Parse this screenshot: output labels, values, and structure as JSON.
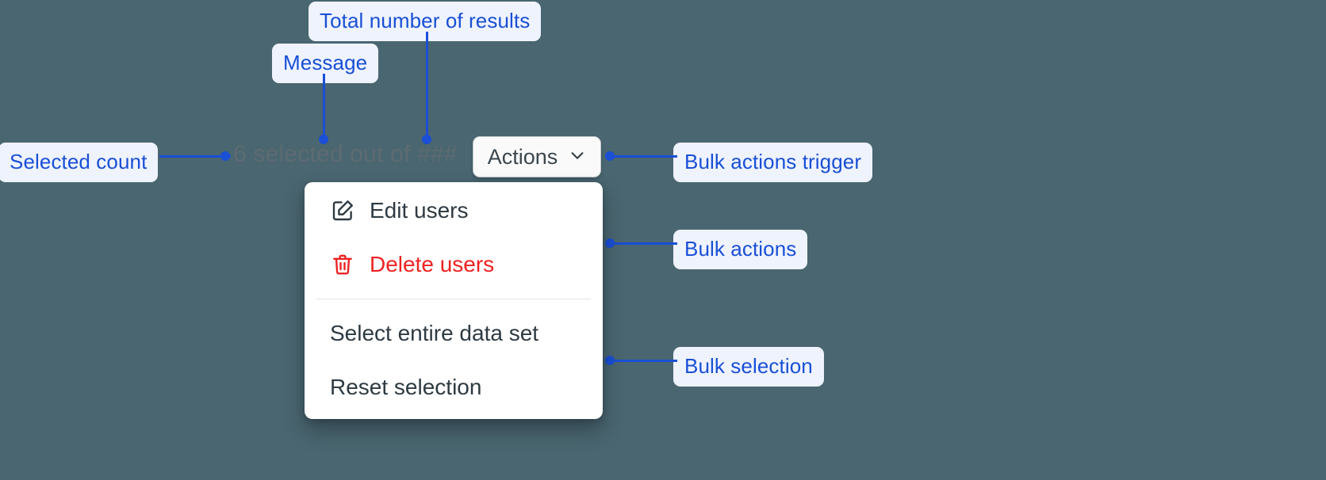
{
  "theme": {
    "background": "#4a6670",
    "annotation_text": "#1a4fd6",
    "annotation_bg": "#eef3fe",
    "leader_line": "#1a4fd6",
    "menu_bg": "#ffffff",
    "menu_text": "#2e3a42",
    "danger_text": "#ee2222",
    "button_bg": "#fafafa",
    "button_border": "#c3c9cc",
    "message_text": "#5d6b72",
    "separator": "#dfe2e4"
  },
  "selection_bar": {
    "message_prefix": "6 selected out of ",
    "selected_count": "6",
    "message_middle": " selected out of ",
    "total_results": "###",
    "full_message": "6 selected out of ###"
  },
  "trigger": {
    "label": "Actions",
    "chevron_icon": "chevron-down-icon"
  },
  "menu": {
    "groups": [
      {
        "name": "bulk-actions",
        "items": [
          {
            "label": "Edit users",
            "icon": "edit-pencil-square-icon",
            "variant": "default"
          },
          {
            "label": "Delete users",
            "icon": "trash-icon",
            "variant": "danger"
          }
        ]
      },
      {
        "name": "bulk-selection",
        "items": [
          {
            "label": "Select entire data set",
            "icon": "",
            "variant": "default"
          },
          {
            "label": "Reset selection",
            "icon": "",
            "variant": "default"
          }
        ]
      }
    ]
  },
  "annotations": [
    {
      "id": "total-number-of-results",
      "label": "Total number of results"
    },
    {
      "id": "message",
      "label": "Message"
    },
    {
      "id": "selected-count",
      "label": "Selected count"
    },
    {
      "id": "bulk-actions-trigger",
      "label": "Bulk actions trigger"
    },
    {
      "id": "bulk-actions",
      "label": "Bulk actions"
    },
    {
      "id": "bulk-selection",
      "label": "Bulk selection"
    }
  ]
}
